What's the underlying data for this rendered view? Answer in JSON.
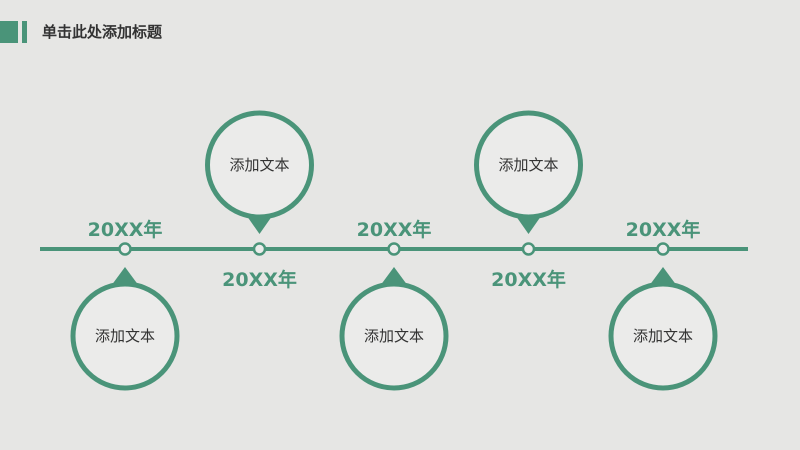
{
  "title": "单击此处添加标题",
  "colors": {
    "accent": "#4a9479",
    "background": "#e6e6e4",
    "fill": "#ebebea"
  },
  "milestones": [
    {
      "year": "20XX年",
      "text": "添加文本",
      "bubble": "below"
    },
    {
      "year": "20XX年",
      "text": "添加文本",
      "bubble": "above"
    },
    {
      "year": "20XX年",
      "text": "添加文本",
      "bubble": "below"
    },
    {
      "year": "20XX年",
      "text": "添加文本",
      "bubble": "above"
    },
    {
      "year": "20XX年",
      "text": "添加文本",
      "bubble": "below"
    }
  ]
}
